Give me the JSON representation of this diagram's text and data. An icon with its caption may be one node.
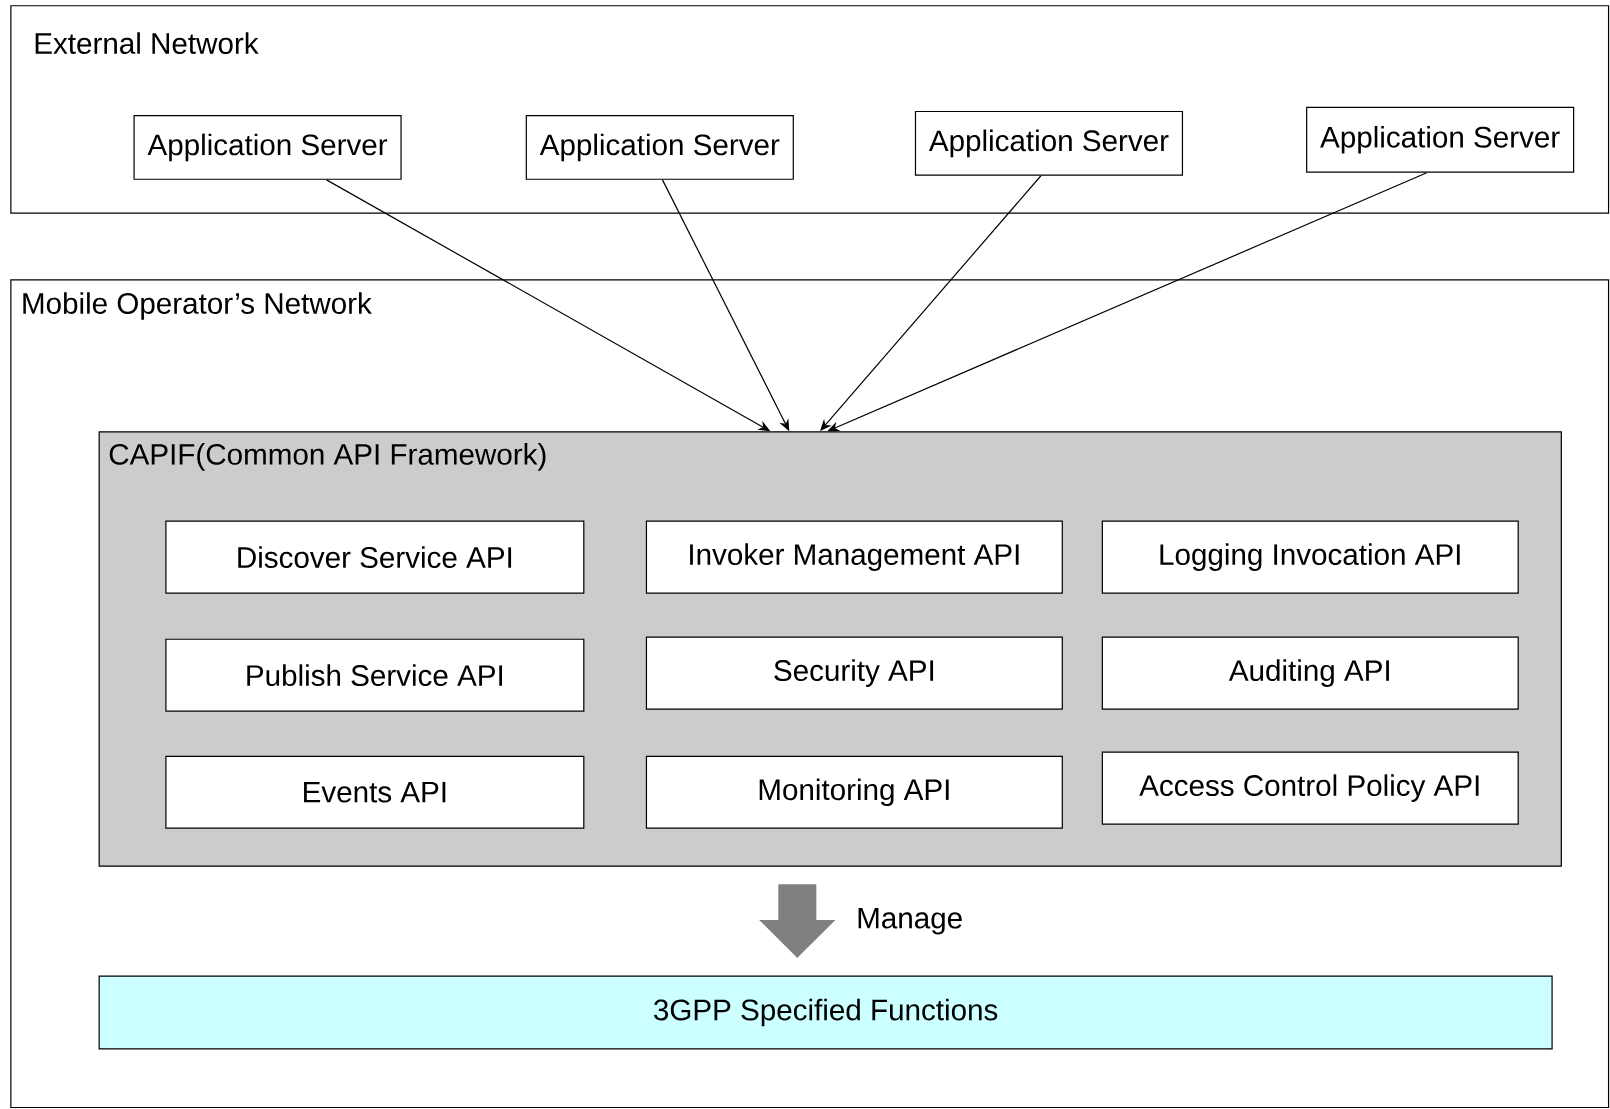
{
  "diagram": {
    "nodes": [
      {
        "text": [
          "External Network"
        ]
      },
      {
        "text": [
          "Application Server"
        ],
        "in": 0
      },
      {
        "text": [
          "Application Server"
        ],
        "in": 0
      },
      {
        "text": [
          "Application Server"
        ],
        "in": 0
      },
      {
        "text": [
          "Application Server"
        ],
        "in": 0
      },
      {
        "text": [
          "Mobile Operator’s Network"
        ]
      },
      {
        "text": [
          "CAPIF(Common API Framework)"
        ],
        "in": 5
      },
      {
        "text": [
          "Discover Service API"
        ],
        "in": 6
      },
      {
        "text": [
          "Invoker Management API"
        ],
        "in": 6
      },
      {
        "text": [
          "Logging Invocation API"
        ],
        "in": 6
      },
      {
        "text": [
          "Publish Service API"
        ],
        "in": 6
      },
      {
        "text": [
          "Security  API"
        ],
        "in": 6
      },
      {
        "text": [
          "Auditing  API"
        ],
        "in": 6
      },
      {
        "text": [
          "Events API"
        ],
        "in": 6
      },
      {
        "text": [
          "Monitoring  API"
        ],
        "in": 6
      },
      {
        "text": [
          "Access Control Policy API"
        ],
        "in": 6
      },
      {
        "text": [
          "3GPP Specified Functions"
        ],
        "in": 5
      }
    ],
    "edges": [
      {
        "from": 1,
        "to": 6,
        "arrow": "to"
      },
      {
        "from": 2,
        "to": 6,
        "arrow": "to"
      },
      {
        "from": 3,
        "to": 6,
        "arrow": "to"
      },
      {
        "from": 4,
        "to": 6,
        "arrow": "to"
      },
      {
        "from": 6,
        "to": 16,
        "arrow": "to",
        "label": "Manage",
        "style": "thick",
        "color": "#808080"
      }
    ]
  }
}
